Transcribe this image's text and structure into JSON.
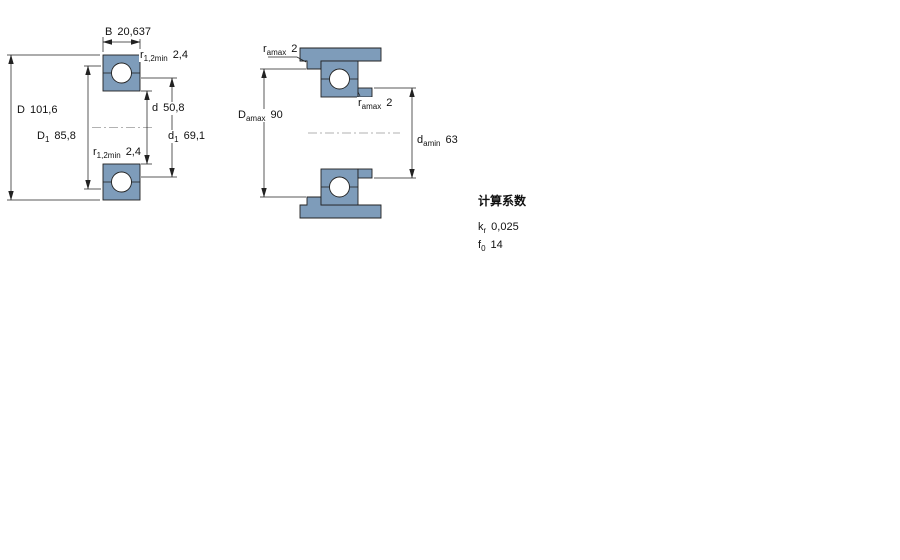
{
  "colors": {
    "section_fill": "#7E9CBA",
    "line": "#222222"
  },
  "left_drawing": {
    "dims": {
      "width": {
        "label": "B",
        "value": "20,637"
      },
      "r_top": {
        "base": "r",
        "sub": "1,2min",
        "value": "2,4"
      },
      "outer_diameter": {
        "label": "D",
        "value": "101,6"
      },
      "shoulder_outer": {
        "base": "D",
        "sub": "1",
        "value": "85,8"
      },
      "bore": {
        "label": "d",
        "value": "50,8"
      },
      "shoulder_inner": {
        "base": "d",
        "sub": "1",
        "value": "69,1"
      },
      "r_bottom": {
        "base": "r",
        "sub": "1,2min",
        "value": "2,4"
      }
    }
  },
  "right_drawing": {
    "dims": {
      "ra_housing": {
        "base": "r",
        "sub": "amax",
        "value": "2"
      },
      "Da": {
        "base": "D",
        "sub": "amax",
        "value": "90"
      },
      "ra_shaft": {
        "base": "r",
        "sub": "amax",
        "value": "2"
      },
      "da": {
        "base": "d",
        "sub": "amin",
        "value": "63"
      }
    }
  },
  "calculation_factors": {
    "title": "计算系数",
    "rows": [
      {
        "base": "k",
        "sub": "r",
        "value": "0,025"
      },
      {
        "base": "f",
        "sub": "0",
        "value": "14"
      }
    ]
  }
}
